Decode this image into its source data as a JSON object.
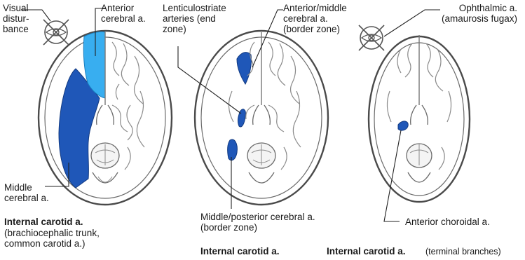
{
  "colors": {
    "territory_dark": "#1f57b8",
    "territory_light": "#38aef0",
    "outline": "#4a4a4a",
    "gyri": "#8a8a8a"
  },
  "panels": [
    {
      "labels": {
        "visual": "Visual\ndistur-\nbance",
        "anterior": "Anterior\ncerebral a.",
        "middle": "Middle\ncerebral a."
      },
      "caption_bold": "Internal carotid a.",
      "caption_rest": "(brachiocephalic trunk,\ncommon carotid a.)"
    },
    {
      "labels": {
        "lenticulostriate": "Lenticulostriate\narteries (end\nzone)",
        "anterior_middle": "Anterior/middle\ncerebral a.\n(border zone)",
        "middle_posterior": "Middle/posterior cerebral a.\n(border zone)"
      },
      "caption_bold": "Internal carotid a."
    },
    {
      "labels": {
        "ophthalmic": "Ophthalmic a.\n(amaurosis fugax)",
        "choroidal": "Anterior choroidal a."
      },
      "caption_bold": "Internal carotid a.",
      "caption_rest": "(terminal branches)"
    }
  ]
}
